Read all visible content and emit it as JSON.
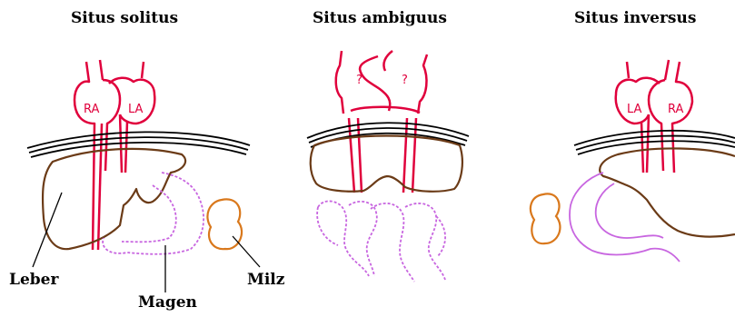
{
  "panels": [
    {
      "title": "Situs solitus",
      "left_atrium": "LA",
      "right_atrium": "RA"
    },
    {
      "title": "Situs ambiguus",
      "left_atrium": "?",
      "right_atrium": "?"
    },
    {
      "title": "Situs inversus",
      "left_atrium": "LA",
      "right_atrium": "RA"
    }
  ],
  "labels": {
    "liver": "Leber",
    "stomach": "Magen",
    "spleen": "Milz"
  },
  "colors": {
    "heart": "#e0003c",
    "liver": "#6b3b17",
    "stomach": "#c866e0",
    "spleen": "#d9781c",
    "diaphragm": "#000000"
  }
}
